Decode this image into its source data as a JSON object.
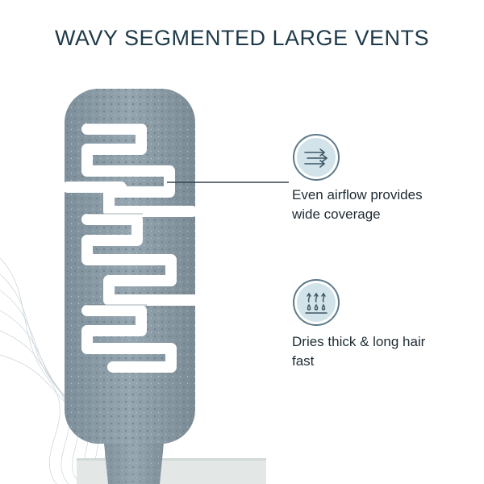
{
  "title": "WAVY SEGMENTED LARGE VENTS",
  "features": [
    {
      "icon": "airflow-arrows-icon",
      "line1": "Even airflow provides",
      "line2": "wide coverage"
    },
    {
      "icon": "heat-drops-icon",
      "line1": "Dries thick & long hair",
      "line2": "fast"
    }
  ],
  "colors": {
    "title": "#1e3a4a",
    "brush": "#8a9ba6",
    "icon_fill": "#d3e3ea",
    "icon_stroke": "#5d7a89",
    "pedestal": "#e3e8e6"
  }
}
